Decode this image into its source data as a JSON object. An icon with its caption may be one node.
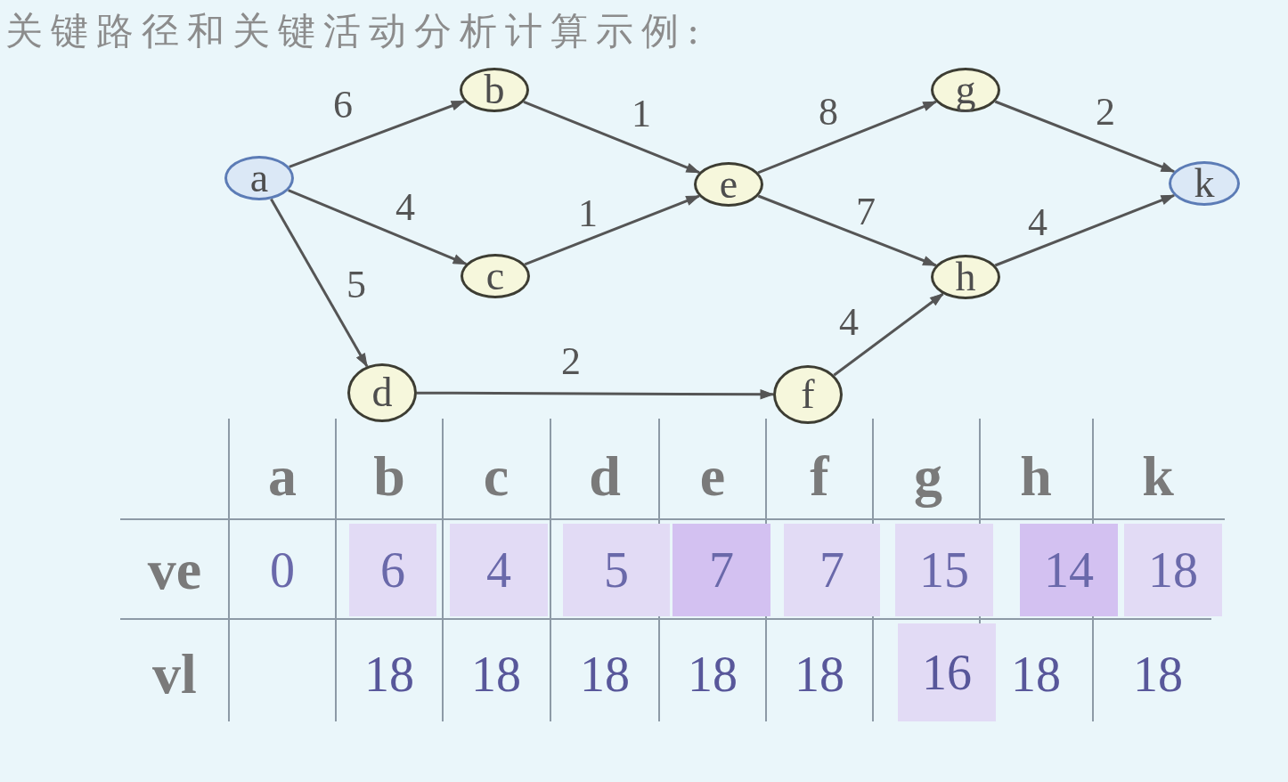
{
  "diagram": {
    "title": "关键路径和关键活动分析计算示例:",
    "nodes": [
      {
        "text": [
          "a"
        ]
      },
      {
        "text": [
          "b"
        ]
      },
      {
        "text": [
          "c"
        ]
      },
      {
        "text": [
          "d"
        ]
      },
      {
        "text": [
          "e"
        ]
      },
      {
        "text": [
          "f"
        ]
      },
      {
        "text": [
          "g"
        ]
      },
      {
        "text": [
          "h"
        ]
      },
      {
        "text": [
          "k"
        ]
      }
    ],
    "edges": [
      {
        "from": 0,
        "to": 1,
        "arrow": "to",
        "label": "6"
      },
      {
        "from": 0,
        "to": 2,
        "arrow": "to",
        "label": "4"
      },
      {
        "from": 0,
        "to": 3,
        "arrow": "to",
        "label": "5"
      },
      {
        "from": 1,
        "to": 4,
        "arrow": "to",
        "label": "1"
      },
      {
        "from": 2,
        "to": 4,
        "arrow": "to",
        "label": "1"
      },
      {
        "from": 3,
        "to": 5,
        "arrow": "to",
        "label": "2"
      },
      {
        "from": 4,
        "to": 6,
        "arrow": "to",
        "label": "8"
      },
      {
        "from": 4,
        "to": 7,
        "arrow": "to",
        "label": "7"
      },
      {
        "from": 5,
        "to": 7,
        "arrow": "to",
        "label": "4"
      },
      {
        "from": 6,
        "to": 8,
        "arrow": "to",
        "label": "2"
      },
      {
        "from": 7,
        "to": 8,
        "arrow": "to",
        "label": "4"
      }
    ],
    "labels": [
      "a",
      "b",
      "c",
      "d",
      "e",
      "f",
      "g",
      "h",
      "k",
      "ve",
      "0",
      "6",
      "4",
      "5",
      "7",
      "7",
      "15",
      "14",
      "18",
      "vl",
      "18",
      "18",
      "18",
      "18",
      "18",
      "16",
      "18",
      "18"
    ]
  }
}
